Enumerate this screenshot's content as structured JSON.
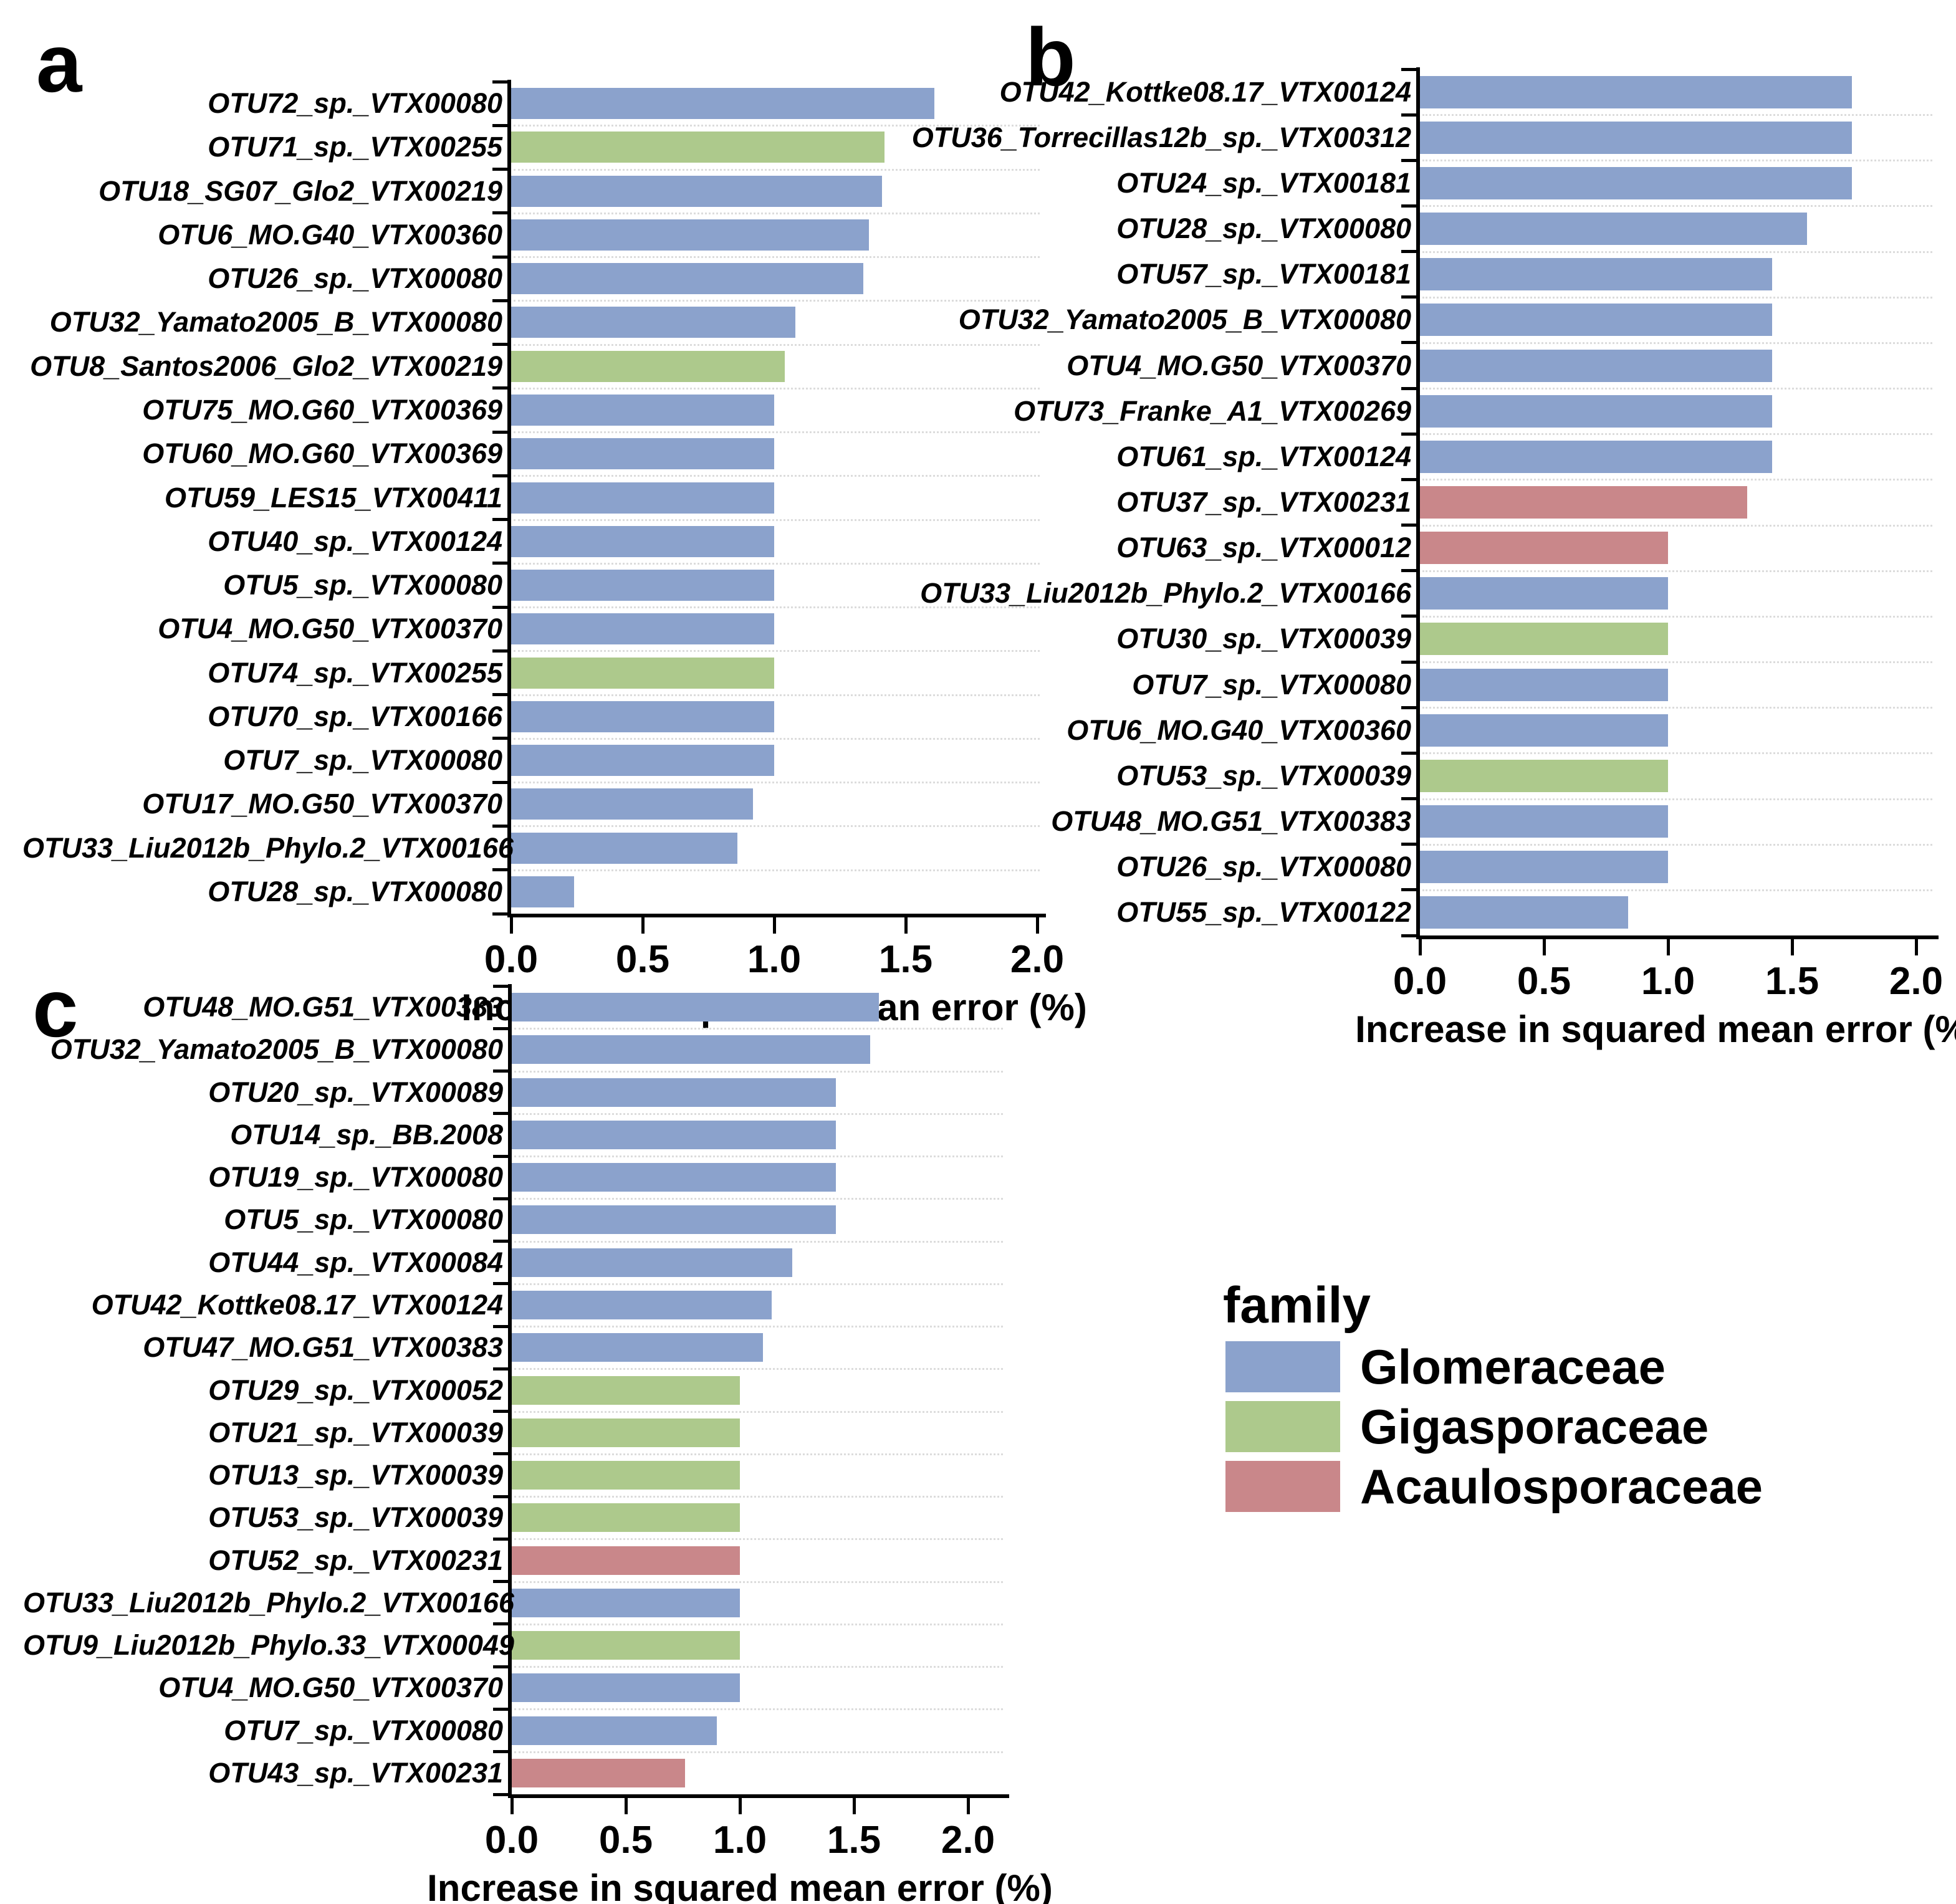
{
  "axis": {
    "xlabel": "Increase in squared mean error (%)",
    "x_tick_labels": [
      "0.0",
      "0.5",
      "1.0",
      "1.5",
      "2.0"
    ],
    "x_tick_values": [
      0,
      0.5,
      1.0,
      1.5,
      2.0
    ]
  },
  "family_colors": {
    "Glomeraceae": "#8BA2CC",
    "Gigasporaceae": "#ADC98C",
    "Acaulosporaceae": "#C9878A"
  },
  "legend": {
    "title": "family",
    "entries": [
      {
        "label": "Glomeraceae",
        "color": "#8BA2CC"
      },
      {
        "label": "Gigasporaceae",
        "color": "#ADC98C"
      },
      {
        "label": "Acaulosporaceae",
        "color": "#C9878A"
      }
    ]
  },
  "chart_data": [
    {
      "type": "bar",
      "panel_letter": "a",
      "orientation": "horizontal",
      "xlabel": "Increase in squared mean error (%)",
      "xlim": [
        0,
        2.03
      ],
      "x_tick_labels": [
        "0.0",
        "0.5",
        "1.0",
        "1.5",
        "2.0"
      ],
      "x_tick_values": [
        0,
        0.5,
        1.0,
        1.5,
        2.0
      ],
      "grid": "dotted horizontal lines between categories",
      "legend_position": "none",
      "categories": [
        "OTU72_sp._VTX00080",
        "OTU71_sp._VTX00255",
        "OTU18_SG07_Glo2_VTX00219",
        "OTU6_MO.G40_VTX00360",
        "OTU26_sp._VTX00080",
        "OTU32_Yamato2005_B_VTX00080",
        "OTU8_Santos2006_Glo2_VTX00219",
        "OTU75_MO.G60_VTX00369",
        "OTU60_MO.G60_VTX00369",
        "OTU59_LES15_VTX00411",
        "OTU40_sp._VTX00124",
        "OTU5_sp._VTX00080",
        "OTU4_MO.G50_VTX00370",
        "OTU74_sp._VTX00255",
        "OTU70_sp._VTX00166",
        "OTU7_sp._VTX00080",
        "OTU17_MO.G50_VTX00370",
        "OTU33_Liu2012b_Phylo.2_VTX00166",
        "OTU28_sp._VTX00080"
      ],
      "values": [
        1.61,
        1.42,
        1.41,
        1.36,
        1.34,
        1.08,
        1.04,
        1.0,
        1.0,
        1.0,
        1.0,
        1.0,
        1.0,
        1.0,
        1.0,
        1.0,
        0.92,
        0.86,
        0.24
      ],
      "families": [
        "Glomeraceae",
        "Gigasporaceae",
        "Glomeraceae",
        "Glomeraceae",
        "Glomeraceae",
        "Glomeraceae",
        "Gigasporaceae",
        "Glomeraceae",
        "Glomeraceae",
        "Glomeraceae",
        "Glomeraceae",
        "Glomeraceae",
        "Glomeraceae",
        "Gigasporaceae",
        "Glomeraceae",
        "Glomeraceae",
        "Glomeraceae",
        "Glomeraceae",
        "Glomeraceae"
      ]
    },
    {
      "type": "bar",
      "panel_letter": "b",
      "orientation": "horizontal",
      "xlabel": "Increase in squared mean error (%)",
      "xlim": [
        0,
        2.09
      ],
      "x_tick_labels": [
        "0.0",
        "0.5",
        "1.0",
        "1.5",
        "2.0"
      ],
      "x_tick_values": [
        0,
        0.5,
        1.0,
        1.5,
        2.0
      ],
      "grid": "dotted horizontal lines between categories",
      "legend_position": "none",
      "categories": [
        "OTU42_Kottke08.17_VTX00124",
        "OTU36_Torrecillas12b_sp._VTX00312",
        "OTU24_sp._VTX00181",
        "OTU28_sp._VTX00080",
        "OTU57_sp._VTX00181",
        "OTU32_Yamato2005_B_VTX00080",
        "OTU4_MO.G50_VTX00370",
        "OTU73_Franke_A1_VTX00269",
        "OTU61_sp._VTX00124",
        "OTU37_sp._VTX00231",
        "OTU63_sp._VTX00012",
        "OTU33_Liu2012b_Phylo.2_VTX00166",
        "OTU30_sp._VTX00039",
        "OTU7_sp._VTX00080",
        "OTU6_MO.G40_VTX00360",
        "OTU53_sp._VTX00039",
        "OTU48_MO.G51_VTX00383",
        "OTU26_sp._VTX00080",
        "OTU55_sp._VTX00122"
      ],
      "values": [
        1.74,
        1.74,
        1.74,
        1.56,
        1.42,
        1.42,
        1.42,
        1.42,
        1.42,
        1.32,
        1.0,
        1.0,
        1.0,
        1.0,
        1.0,
        1.0,
        1.0,
        1.0,
        0.84
      ],
      "families": [
        "Glomeraceae",
        "Glomeraceae",
        "Glomeraceae",
        "Glomeraceae",
        "Glomeraceae",
        "Glomeraceae",
        "Glomeraceae",
        "Glomeraceae",
        "Glomeraceae",
        "Acaulosporaceae",
        "Acaulosporaceae",
        "Glomeraceae",
        "Gigasporaceae",
        "Glomeraceae",
        "Glomeraceae",
        "Gigasporaceae",
        "Glomeraceae",
        "Glomeraceae",
        "Glomeraceae"
      ]
    },
    {
      "type": "bar",
      "panel_letter": "c",
      "orientation": "horizontal",
      "xlabel": "Increase in squared mean error (%)",
      "xlim": [
        0,
        2.18
      ],
      "x_tick_labels": [
        "0.0",
        "0.5",
        "1.0",
        "1.5",
        "2.0"
      ],
      "x_tick_values": [
        0,
        0.5,
        1.0,
        1.5,
        2.0
      ],
      "grid": "dotted horizontal lines between categories",
      "legend_position": "none",
      "categories": [
        "OTU48_MO.G51_VTX00383",
        "OTU32_Yamato2005_B_VTX00080",
        "OTU20_sp._VTX00089",
        "OTU14_sp._BB.2008",
        "OTU19_sp._VTX00080",
        "OTU5_sp._VTX00080",
        "OTU44_sp._VTX00084",
        "OTU42_Kottke08.17_VTX00124",
        "OTU47_MO.G51_VTX00383",
        "OTU29_sp._VTX00052",
        "OTU21_sp._VTX00039",
        "OTU13_sp._VTX00039",
        "OTU53_sp._VTX00039",
        "OTU52_sp._VTX00231",
        "OTU33_Liu2012b_Phylo.2_VTX00166",
        "OTU9_Liu2012b_Phylo.33_VTX00049",
        "OTU4_MO.G50_VTX00370",
        "OTU7_sp._VTX00080",
        "OTU43_sp._VTX00231"
      ],
      "values": [
        1.61,
        1.57,
        1.42,
        1.42,
        1.42,
        1.42,
        1.23,
        1.14,
        1.1,
        1.0,
        1.0,
        1.0,
        1.0,
        1.0,
        1.0,
        1.0,
        1.0,
        0.9,
        0.76
      ],
      "families": [
        "Glomeraceae",
        "Glomeraceae",
        "Glomeraceae",
        "Glomeraceae",
        "Glomeraceae",
        "Glomeraceae",
        "Glomeraceae",
        "Glomeraceae",
        "Glomeraceae",
        "Gigasporaceae",
        "Gigasporaceae",
        "Gigasporaceae",
        "Gigasporaceae",
        "Acaulosporaceae",
        "Glomeraceae",
        "Gigasporaceae",
        "Glomeraceae",
        "Glomeraceae",
        "Acaulosporaceae"
      ]
    }
  ]
}
